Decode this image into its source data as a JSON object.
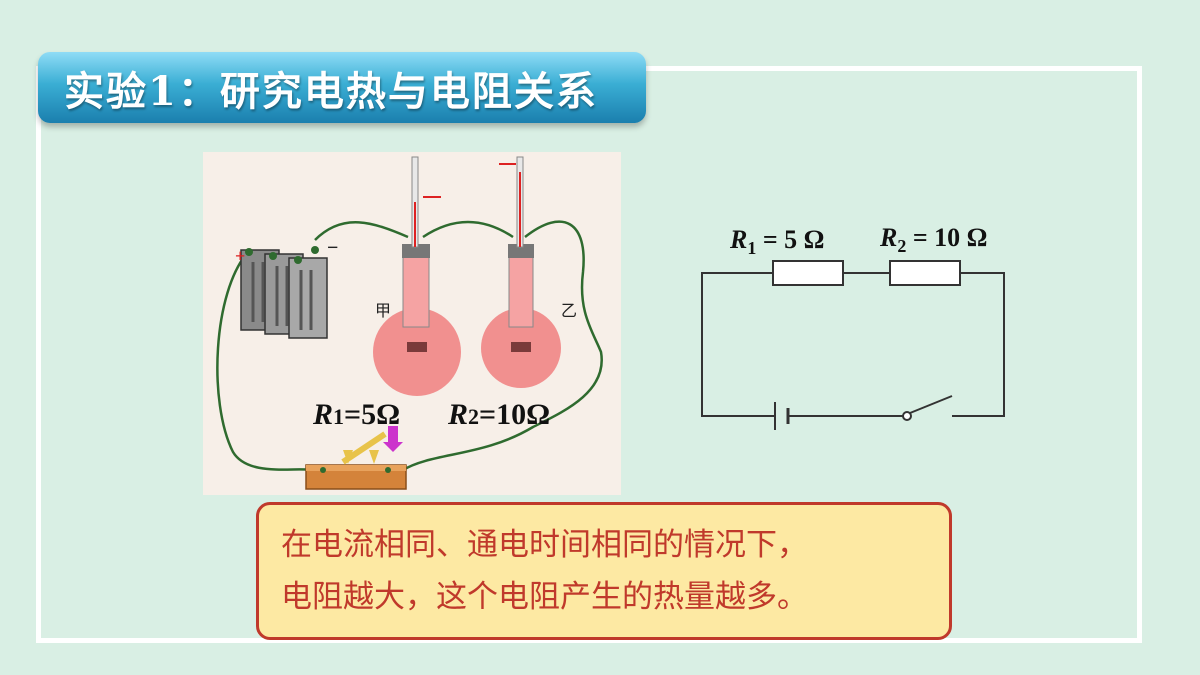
{
  "title": "实验1：研究电热与电阻关系",
  "apparatus": {
    "flask_left_label": "甲",
    "flask_right_label": "乙",
    "r1_symbol": "R",
    "r1_sub": "1",
    "r1_value": "=5Ω",
    "r2_symbol": "R",
    "r2_sub": "2",
    "r2_value": "=10Ω",
    "battery_plus": "+",
    "battery_minus": "−"
  },
  "schematic": {
    "r1_symbol": "R",
    "r1_sub": "1",
    "r1_value": " = 5 Ω",
    "r2_symbol": "R",
    "r2_sub": "2",
    "r2_value": " = 10 Ω"
  },
  "conclusion": {
    "line1": "在电流相同、通电时间相同的情况下，",
    "line2": "电阻越大，这个电阻产生的热量越多。"
  },
  "colors": {
    "background": "#d9efe4",
    "title_bar": "#2f9fcc",
    "conclusion_fill": "#fde9a3",
    "conclusion_text": "#c0392b",
    "wire": "#2f6b2f",
    "flask": "#f07f7f"
  }
}
